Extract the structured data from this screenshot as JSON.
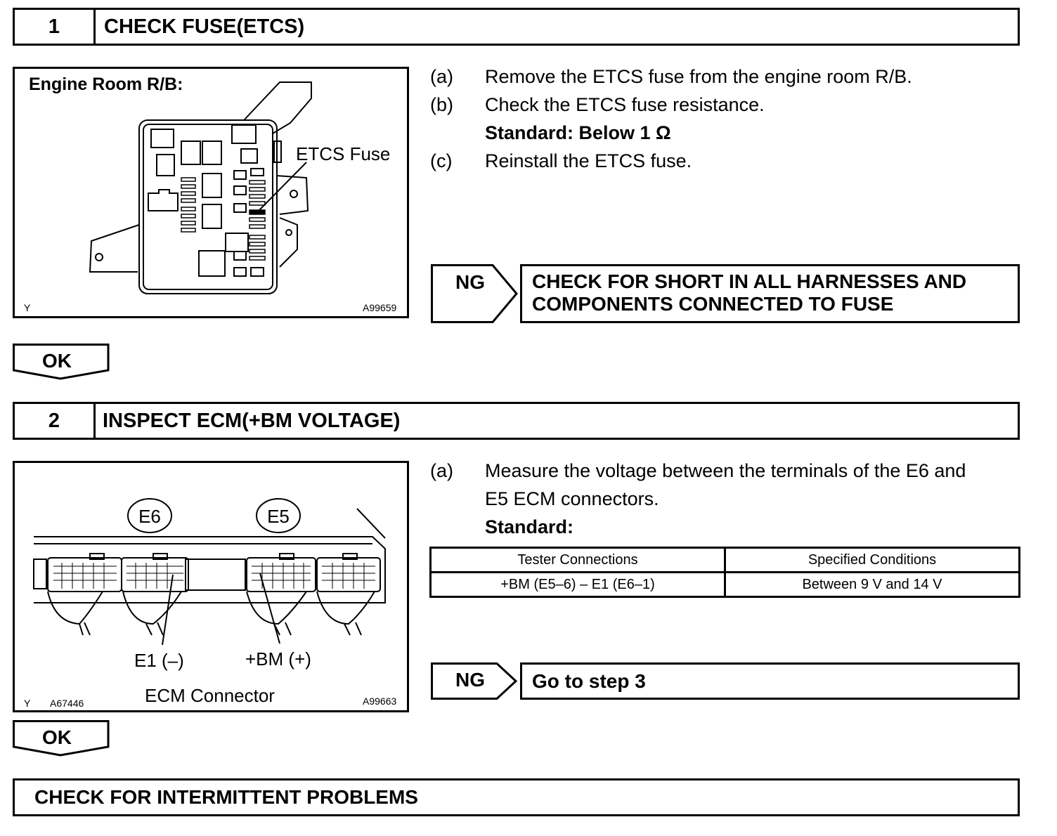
{
  "step1": {
    "number": "1",
    "title": "CHECK FUSE(ETCS)",
    "figure": {
      "heading": "Engine Room R/B:",
      "callout": "ETCS Fuse",
      "corner_code": "Y",
      "figure_id": "A99659"
    },
    "instructions": [
      {
        "marker": "(a)",
        "text": "Remove the ETCS fuse from the engine room R/B."
      },
      {
        "marker": "(b)",
        "text": "Check the ETCS fuse resistance."
      },
      {
        "marker": "",
        "text": "Standard: Below 1 Ω"
      },
      {
        "marker": "(c)",
        "text": "Reinstall the ETCS fuse."
      }
    ],
    "ng_label": "NG",
    "ng_action_line1": "CHECK FOR SHORT IN ALL HARNESSES AND",
    "ng_action_line2": "COMPONENTS CONNECTED TO FUSE",
    "ok_label": "OK"
  },
  "step2": {
    "number": "2",
    "title": "INSPECT ECM(+BM VOLTAGE)",
    "figure": {
      "connector_left": "E6",
      "connector_right": "E5",
      "terminal_left": "E1 (–)",
      "terminal_right": "+BM (+)",
      "caption": "ECM Connector",
      "corner_code": "Y",
      "sub_id": "A67446",
      "figure_id": "A99663"
    },
    "instructions": [
      {
        "marker": "(a)",
        "text": "Measure the voltage between the terminals of the E6 and"
      },
      {
        "marker": "",
        "text": "E5 ECM connectors."
      },
      {
        "marker": "",
        "text": "Standard:"
      }
    ],
    "table": {
      "headers": [
        "Tester Connections",
        "Specified Conditions"
      ],
      "rows": [
        [
          "+BM (E5–6) – E1 (E6–1)",
          "Between 9 V and 14 V"
        ]
      ]
    },
    "ng_label": "NG",
    "ng_action": "Go to step 3",
    "ok_label": "OK"
  },
  "final": {
    "text": "CHECK FOR INTERMITTENT PROBLEMS"
  }
}
